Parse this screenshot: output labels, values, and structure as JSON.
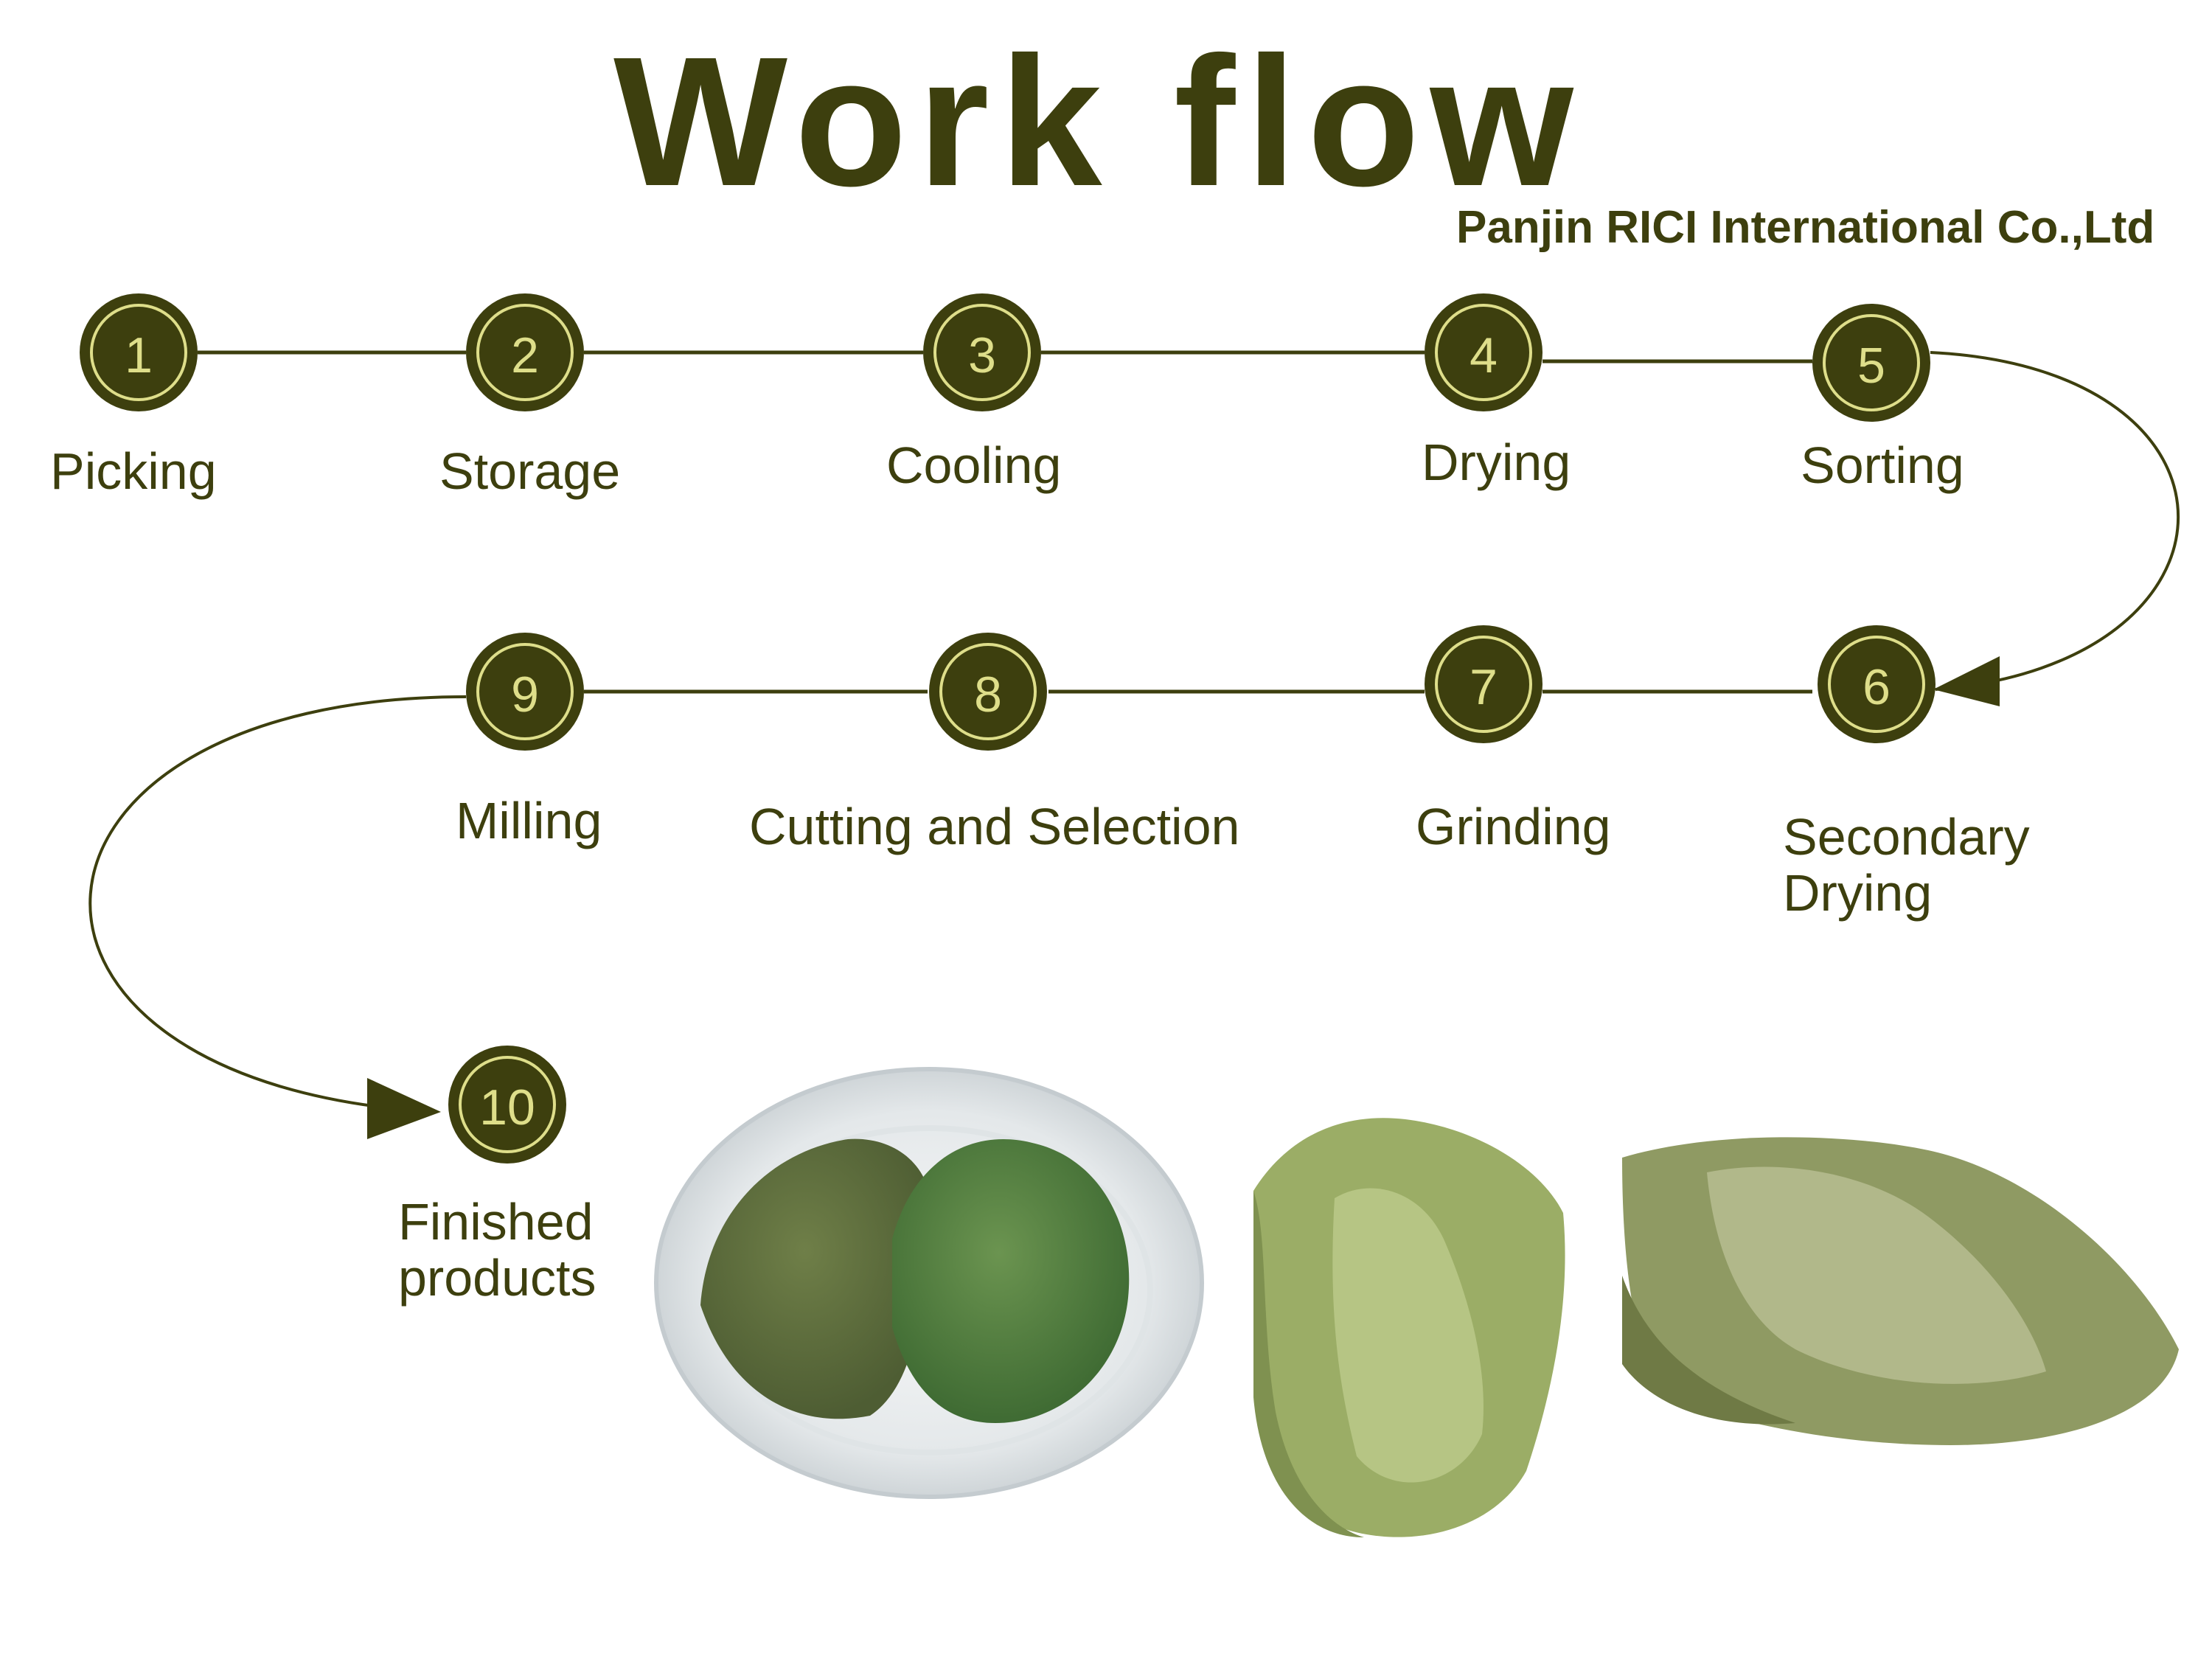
{
  "title": "Work flow",
  "company": "Panjin RICI International Co.,Ltd",
  "colors": {
    "dark_olive": "#3d3f0e",
    "ring": "#dede8a",
    "text": "#3d3f0e"
  },
  "steps": [
    {
      "number": "1",
      "label": "Picking"
    },
    {
      "number": "2",
      "label": "Storage"
    },
    {
      "number": "3",
      "label": "Cooling"
    },
    {
      "number": "4",
      "label": "Drying"
    },
    {
      "number": "5",
      "label": "Sorting"
    },
    {
      "number": "6",
      "label_line1": "Secondary",
      "label_line2": "Drying"
    },
    {
      "number": "7",
      "label": "Grinding"
    },
    {
      "number": "8",
      "label": "Cutting and Selection"
    },
    {
      "number": "9",
      "label": "Milling"
    },
    {
      "number": "10",
      "label_line1": "Finished",
      "label_line2": "products"
    }
  ]
}
